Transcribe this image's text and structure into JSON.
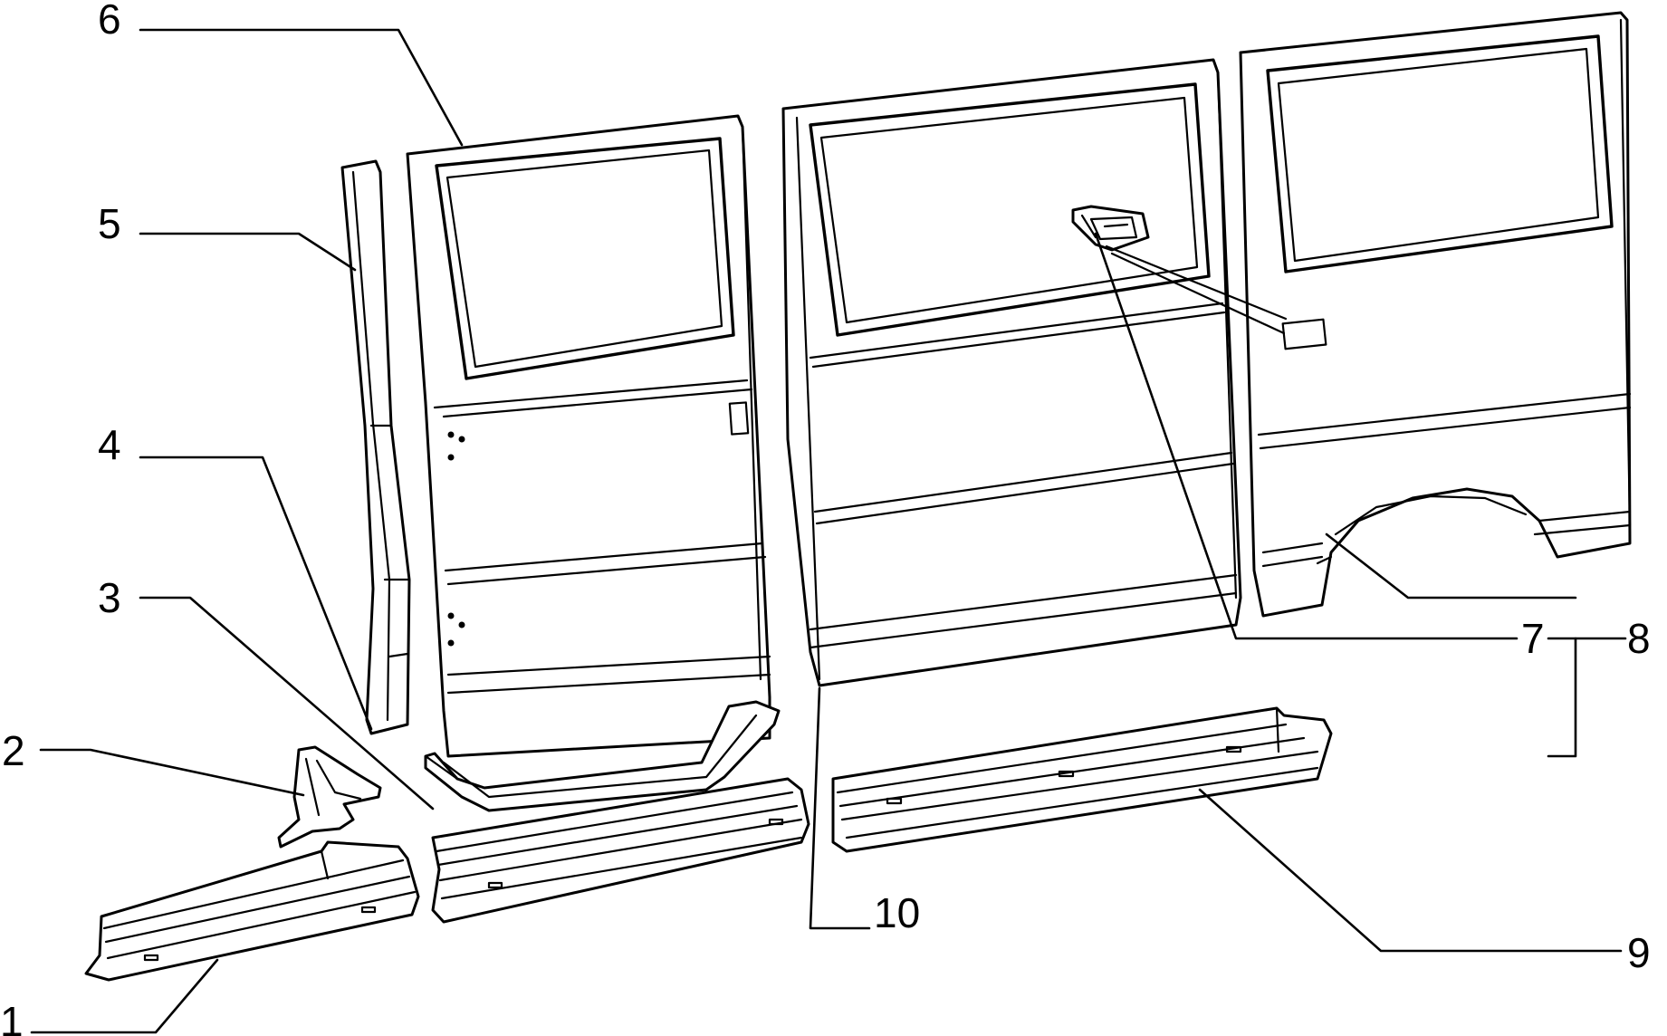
{
  "diagram": {
    "callouts": [
      {
        "id": "1",
        "label": "1"
      },
      {
        "id": "2",
        "label": "2"
      },
      {
        "id": "3",
        "label": "3"
      },
      {
        "id": "4",
        "label": "4"
      },
      {
        "id": "5",
        "label": "5"
      },
      {
        "id": "6",
        "label": "6"
      },
      {
        "id": "7",
        "label": "7"
      },
      {
        "id": "8",
        "label": "8"
      },
      {
        "id": "9",
        "label": "9"
      },
      {
        "id": "10",
        "label": "10"
      }
    ],
    "colors": {
      "ink": "#000000",
      "paper": "#ffffff"
    }
  }
}
